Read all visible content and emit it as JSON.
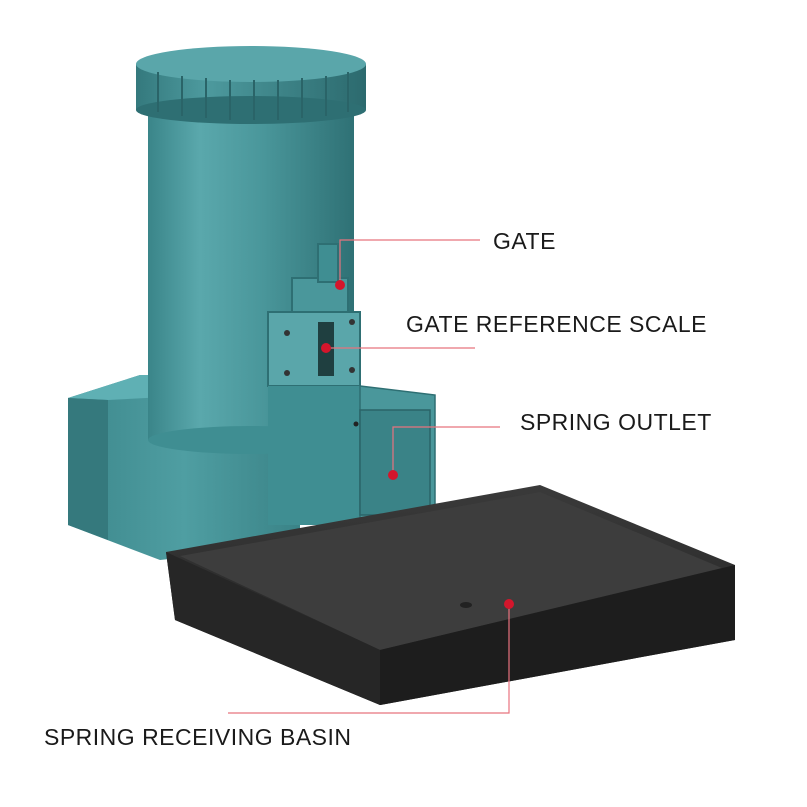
{
  "colors": {
    "device": "#3f8e92",
    "device_dark": "#2e6f73",
    "device_light": "#5aa6aa",
    "tray": "#2a2a2a",
    "tray_inner": "#3a3a3a",
    "pointer": "#d4162c",
    "leader_line": "#e8737e"
  },
  "labels": {
    "gate": "GATE",
    "gate_reference_scale": "GATE REFERENCE SCALE",
    "spring_outlet": "SPRING OUTLET",
    "spring_receiving_basin": "SPRING RECEIVING BASIN"
  },
  "icons": {
    "pointer": "red-dot"
  }
}
